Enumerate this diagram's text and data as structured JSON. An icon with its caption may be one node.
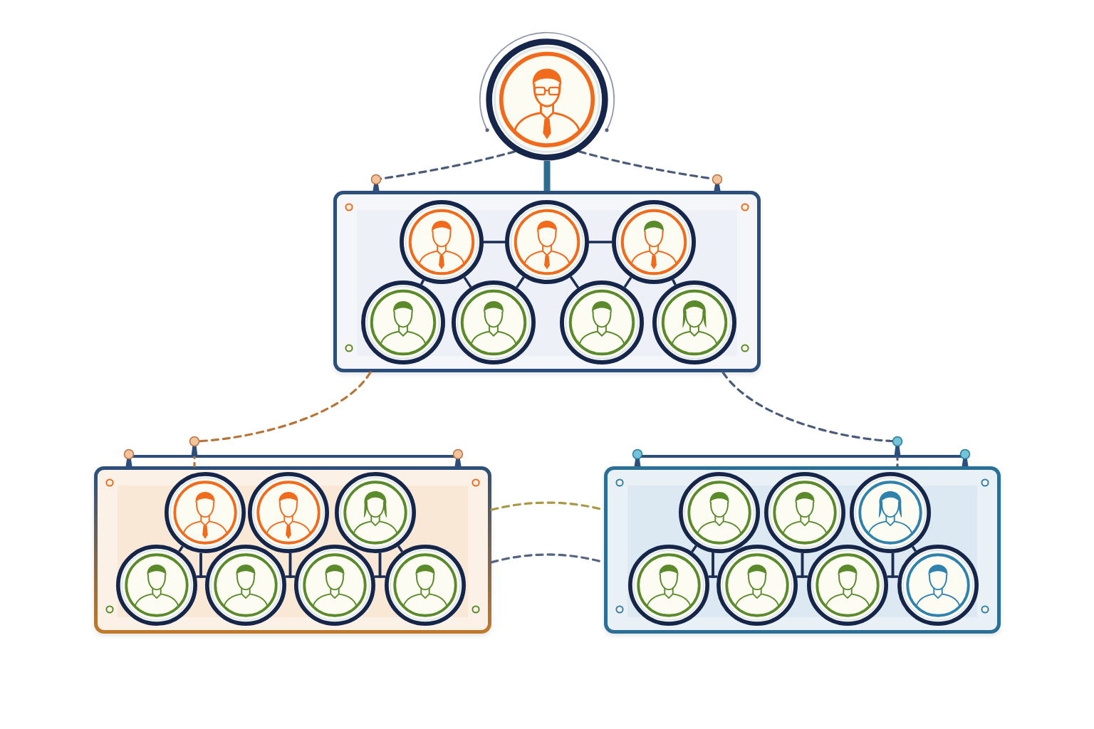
{
  "diagram": {
    "nodes": [
      {
        "text": [],
        "shape": "person"
      },
      {
        "text": [],
        "shape": "box"
      },
      {
        "text": [],
        "shape": "person",
        "in": 1
      },
      {
        "text": [],
        "shape": "person",
        "in": 1
      },
      {
        "text": [],
        "shape": "person",
        "in": 1
      },
      {
        "text": [],
        "shape": "person",
        "in": 1
      },
      {
        "text": [],
        "shape": "person",
        "in": 1
      },
      {
        "text": [],
        "shape": "person",
        "in": 1
      },
      {
        "text": [],
        "shape": "person",
        "in": 1
      },
      {
        "text": [],
        "shape": "box"
      },
      {
        "text": [],
        "shape": "person",
        "in": 9
      },
      {
        "text": [],
        "shape": "person",
        "in": 9
      },
      {
        "text": [],
        "shape": "person",
        "in": 9
      },
      {
        "text": [],
        "shape": "person",
        "in": 9
      },
      {
        "text": [],
        "shape": "person",
        "in": 9
      },
      {
        "text": [],
        "shape": "person",
        "in": 9
      },
      {
        "text": [],
        "shape": "person",
        "in": 9
      },
      {
        "text": [],
        "shape": "box"
      },
      {
        "text": [],
        "shape": "person",
        "in": 17
      },
      {
        "text": [],
        "shape": "person",
        "in": 17
      },
      {
        "text": [],
        "shape": "person",
        "in": 17
      },
      {
        "text": [],
        "shape": "person",
        "in": 17
      },
      {
        "text": [],
        "shape": "person",
        "in": 17
      },
      {
        "text": [],
        "shape": "person",
        "in": 17
      },
      {
        "text": [],
        "shape": "person",
        "in": 17
      }
    ],
    "edges": [
      {
        "from": 0,
        "to": 1,
        "arrow": "none",
        "style": "thick",
        "color": "#2e6c8e"
      },
      {
        "from": 0,
        "to": 1,
        "arrow": "none",
        "style": "dashed",
        "color": "#4a5b7a"
      },
      {
        "from": 0,
        "to": 1,
        "arrow": "none",
        "style": "dashed",
        "color": "#4a5b7a"
      },
      {
        "from": 1,
        "to": 9,
        "arrow": "none",
        "style": "dashed",
        "color": "#b87438"
      },
      {
        "from": 1,
        "to": 17,
        "arrow": "none",
        "style": "dashed",
        "color": "#4a5b7a"
      },
      {
        "from": 9,
        "to": 17,
        "arrow": "none",
        "style": "dashed",
        "color": "#a99845"
      },
      {
        "from": 9,
        "to": 17,
        "arrow": "none",
        "style": "dashed",
        "color": "#56657f"
      },
      {
        "from": 2,
        "to": 3,
        "arrow": "none"
      },
      {
        "from": 3,
        "to": 4,
        "arrow": "none"
      },
      {
        "from": 2,
        "to": 5,
        "arrow": "none"
      },
      {
        "from": 2,
        "to": 6,
        "arrow": "none"
      },
      {
        "from": 3,
        "to": 6,
        "arrow": "none"
      },
      {
        "from": 3,
        "to": 7,
        "arrow": "none"
      },
      {
        "from": 4,
        "to": 7,
        "arrow": "none"
      },
      {
        "from": 4,
        "to": 8,
        "arrow": "none"
      },
      {
        "from": 10,
        "to": 13,
        "arrow": "none"
      },
      {
        "from": 10,
        "to": 13,
        "arrow": "none"
      },
      {
        "from": 10,
        "to": 14,
        "arrow": "none"
      },
      {
        "from": 11,
        "to": 14,
        "arrow": "none"
      },
      {
        "from": 11,
        "to": 15,
        "arrow": "none"
      },
      {
        "from": 12,
        "to": 15,
        "arrow": "none"
      },
      {
        "from": 12,
        "to": 16,
        "arrow": "none"
      },
      {
        "from": 12,
        "to": 16,
        "arrow": "none"
      },
      {
        "from": 18,
        "to": 21,
        "arrow": "none"
      },
      {
        "from": 18,
        "to": 21,
        "arrow": "none"
      },
      {
        "from": 18,
        "to": 22,
        "arrow": "none"
      },
      {
        "from": 19,
        "to": 22,
        "arrow": "none"
      },
      {
        "from": 19,
        "to": 23,
        "arrow": "none"
      },
      {
        "from": 20,
        "to": 23,
        "arrow": "none"
      },
      {
        "from": 20,
        "to": 24,
        "arrow": "none"
      },
      {
        "from": 20,
        "to": 24,
        "arrow": "none"
      }
    ]
  }
}
